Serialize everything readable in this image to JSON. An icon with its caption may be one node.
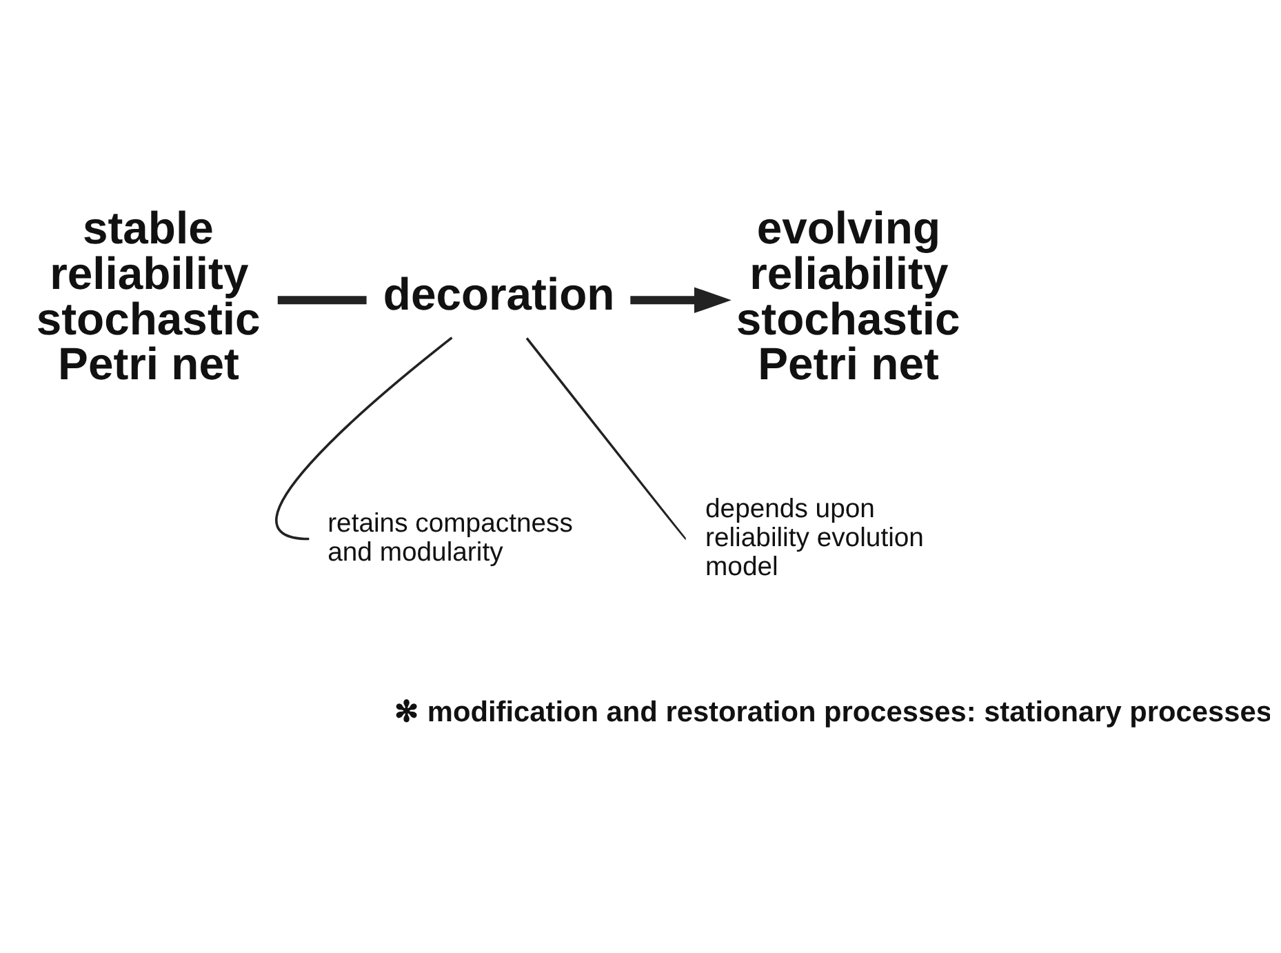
{
  "diagram": {
    "nodes": [
      {
        "text": [
          "stable reliability stochastic Petri net"
        ]
      },
      {
        "text": [
          "decoration"
        ]
      },
      {
        "text": [
          "evolving reliability stochastic Petri net"
        ]
      },
      {
        "text": [
          "retains compactness and modularity"
        ]
      },
      {
        "text": [
          "depends upon reliability evolution model"
        ]
      }
    ],
    "edges": [
      {
        "from": 0,
        "to": 1,
        "arrow": "none",
        "style": "thick"
      },
      {
        "from": 1,
        "to": 2,
        "arrow": "to",
        "style": "thick"
      },
      {
        "from": 1,
        "to": 3,
        "arrow": "none"
      },
      {
        "from": 1,
        "to": 4,
        "arrow": "none"
      }
    ],
    "labels": [
      "✻ modification and restoration processes: stationary processes"
    ]
  }
}
